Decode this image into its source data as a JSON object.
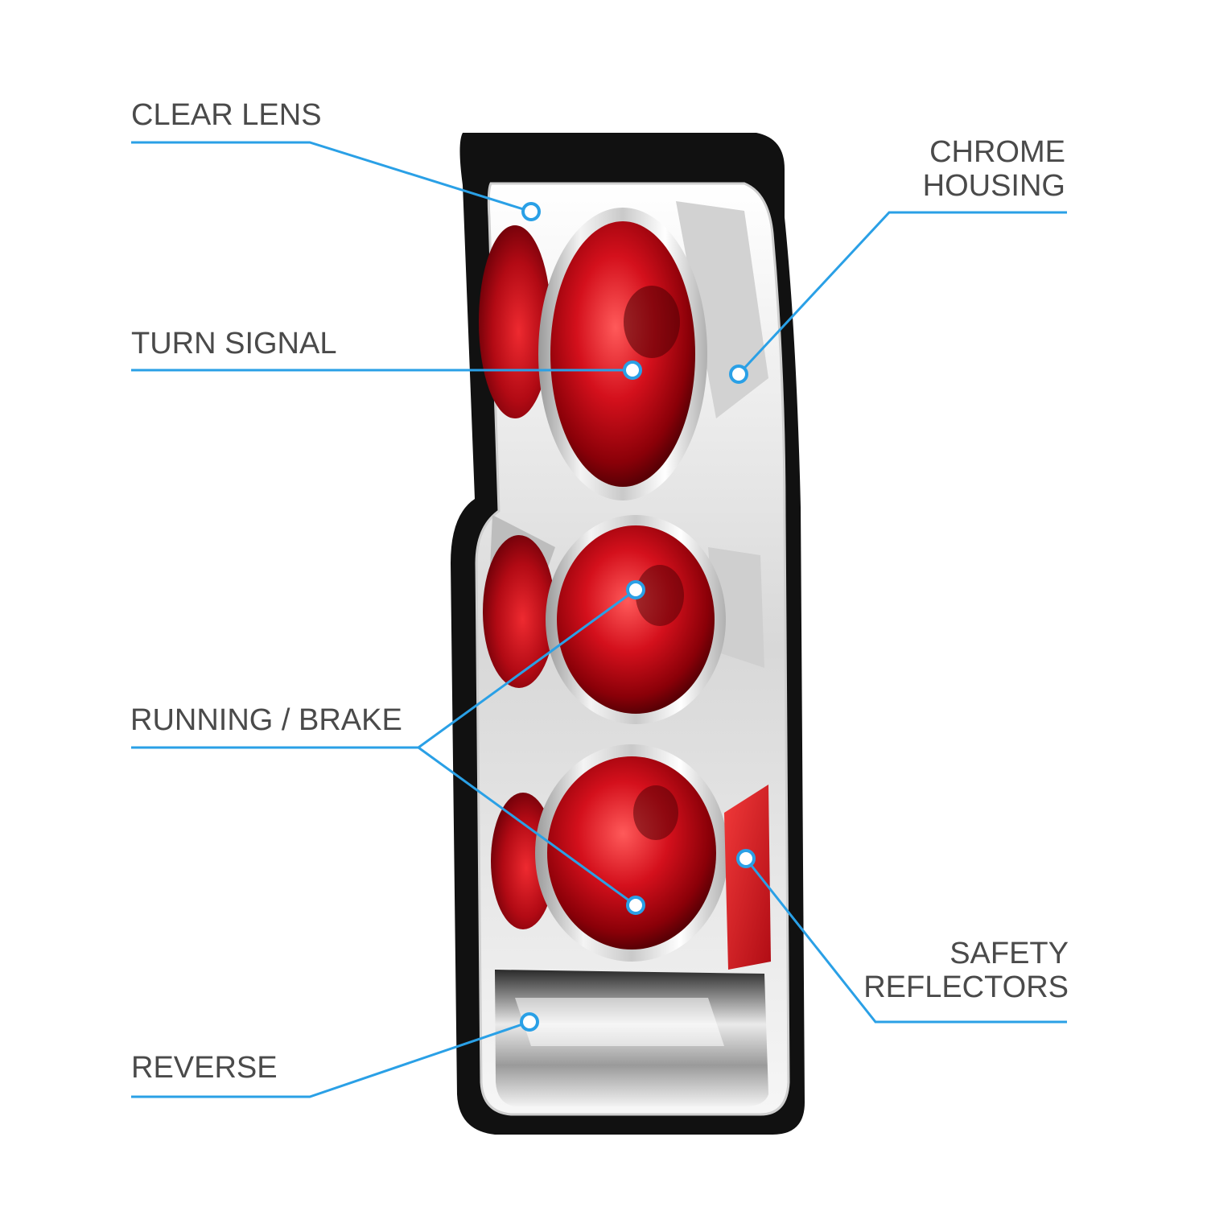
{
  "labels": {
    "clear_lens": "CLEAR LENS",
    "turn_signal": "TURN SIGNAL",
    "running_brake": "RUNNING / BRAKE",
    "reverse": "REVERSE",
    "chrome_housing_line1": "CHROME",
    "chrome_housing_line2": "HOUSING",
    "safety_reflectors_line1": "SAFETY",
    "safety_reflectors_line2": "REFLECTORS"
  },
  "colors": {
    "callout_line": "#2aa0e6",
    "label_text": "#4a4a4a",
    "lens_red": "#c8101e",
    "chrome": "#e6e6e6",
    "frame": "#111111"
  }
}
